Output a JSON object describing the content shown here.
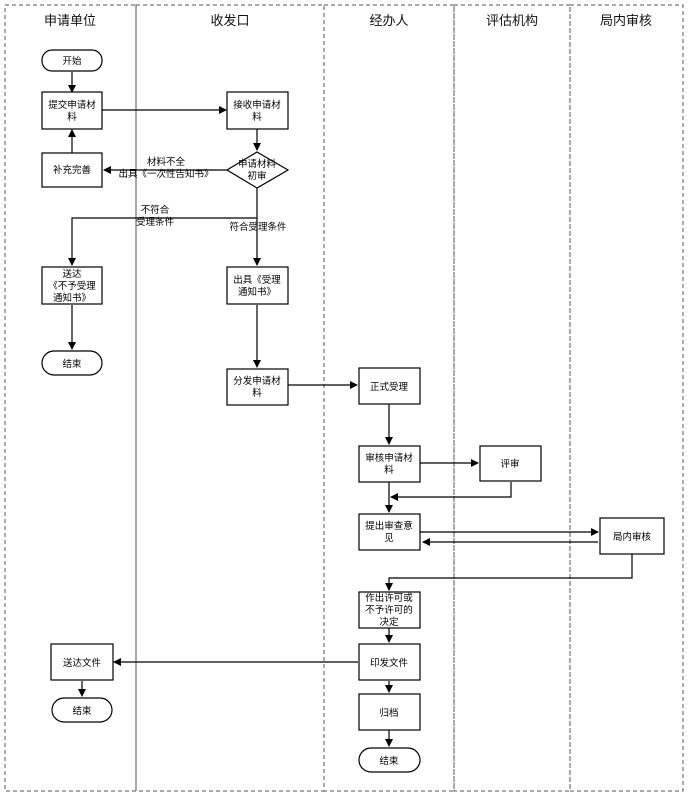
{
  "lanes": [
    "申请单位",
    "收发口",
    "经办人",
    "评估机构",
    "局内审核"
  ],
  "nodes": {
    "start": "开始",
    "submit": [
      "提交申请材",
      "料"
    ],
    "supplement": "补充完善",
    "serve_reject": [
      "送达",
      "《不予受理",
      "通知书》"
    ],
    "end1": "结束",
    "receive": [
      "接收申请材",
      "料"
    ],
    "prelim": [
      "申请材料",
      "初审"
    ],
    "issue_accept": [
      "出具《受理",
      "通知书》"
    ],
    "distribute": [
      "分发申请材",
      "料"
    ],
    "formal_accept": "正式受理",
    "review": [
      "审核申请材",
      "料"
    ],
    "evaluate": "评审",
    "opinion": [
      "提出审查意",
      "见"
    ],
    "internal_review": "局内审核",
    "decision": [
      "作出许可或",
      "不予许可的",
      "决定"
    ],
    "serve_docs": "送达文件",
    "end2": "结束",
    "issue_docs": "印发文件",
    "archive": "归档",
    "end3": "结束"
  },
  "edge_labels": {
    "incomplete": [
      "材料不全",
      "出具《一次性告知书》"
    ],
    "not_eligible": [
      "不符合",
      "受理条件"
    ],
    "eligible": "符合受理条件"
  }
}
